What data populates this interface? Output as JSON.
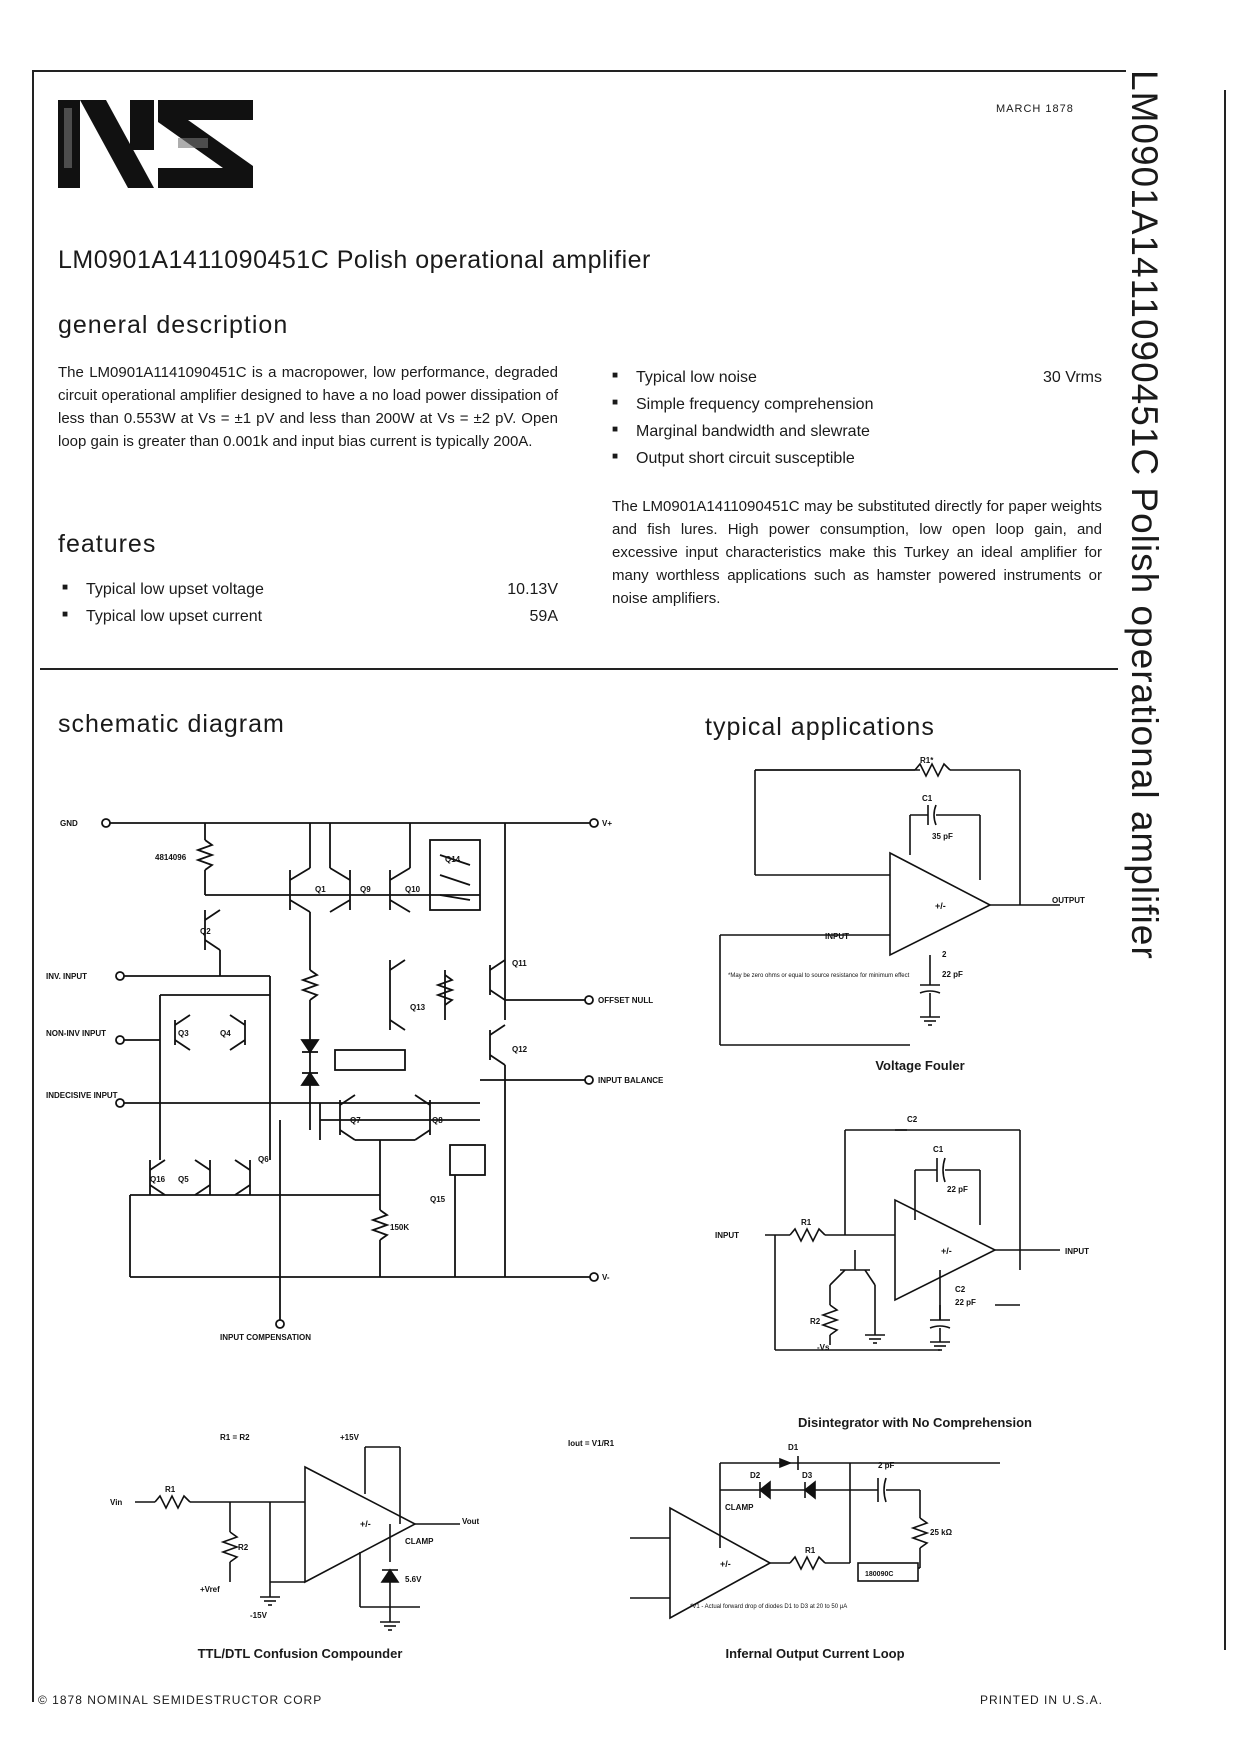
{
  "header": {
    "logo_icon": "ns-logo-icon",
    "date": "MARCH 1878",
    "title": "LM0901A1411090451C Polish operational amplifier",
    "vertical_title": "LM0901A1411090451C Polish operational amplifier"
  },
  "general_description": {
    "heading": "general description",
    "paragraph": "The LM0901A1141090451C is a macropower, low performance, degraded circuit operational amplifier designed to have a no load power dissipation of less than 0.553W at Vs = ±1 pV and less than 200W at Vs = ±2 pV. Open loop gain is greater than 0.001k and input bias current is typically 200A.",
    "right_list": [
      {
        "label": "Typical low noise",
        "value": "30 Vrms"
      },
      {
        "label": "Simple frequency comprehension",
        "value": ""
      },
      {
        "label": "Marginal bandwidth and slewrate",
        "value": ""
      },
      {
        "label": "Output short circuit susceptible",
        "value": ""
      }
    ],
    "right_paragraph": "The LM0901A1411090451C may be substituted directly for paper weights and fish lures. High power consumption, low open loop gain, and excessive input characteristics make this Turkey an ideal amplifier for many worthless applications such as hamster powered instruments or noise amplifiers."
  },
  "features": {
    "heading": "features",
    "items": [
      {
        "label": "Typical low upset voltage",
        "value": "10.13V"
      },
      {
        "label": "Typical low upset current",
        "value": "59A"
      }
    ]
  },
  "schematic": {
    "heading": "schematic diagram",
    "labels": {
      "gnd": "GND",
      "vplus": "V+",
      "vminus": "V-",
      "inv_input": "INV. INPUT",
      "non_inv_input": "NON-INV INPUT",
      "indecisive_input": "INDECISIVE INPUT",
      "offset_null": "OFFSET NULL",
      "input_balance": "INPUT BALANCE",
      "input_compensation": "INPUT COMPENSATION",
      "r_top": "4814096",
      "r_bottom": "150K",
      "q1": "Q1",
      "q2": "Q2",
      "q3": "Q3",
      "q4": "Q4",
      "q5": "Q5",
      "q6": "Q6",
      "q7": "Q7",
      "q8": "Q8",
      "q9": "Q9",
      "q10": "Q10",
      "q11": "Q11",
      "q12": "Q12",
      "q13": "Q13",
      "q14": "Q14",
      "q15": "Q15",
      "q16": "Q16"
    }
  },
  "applications": {
    "heading": "typical applications",
    "voltage_fouler": {
      "caption": "Voltage Fouler",
      "r1": "R1*",
      "c1": "C1",
      "c1_val": "35 pF",
      "c2": "2",
      "c2_val": "22 pF",
      "input": "INPUT",
      "output": "OUTPUT",
      "note": "*May be zero ohms or equal to source resistance for minimum effect"
    },
    "disintegrator": {
      "caption": "Disintegrator with No Comprehension",
      "c2": "C2",
      "c1": "C1",
      "c1_val": "22 pF",
      "c3": "C2",
      "c3_val": "22 pF",
      "r1": "R1",
      "r2": "R2",
      "vminus": "-Vs",
      "input_left": "INPUT",
      "input_right": "INPUT"
    },
    "ttl": {
      "caption": "TTL/DTL Confusion Compounder",
      "r_eq": "R1 = R2",
      "plus15": "+15V",
      "r1": "R1",
      "r2": "R2",
      "vin": "Vin",
      "vout": "Vout",
      "vref": "+Vref",
      "minus15": "-15V",
      "clamp": "CLAMP",
      "zener": "5.6V"
    },
    "current_loop": {
      "caption": "Infernal Output Current Loop",
      "iout": "Iout = V1/R1",
      "d1": "D1",
      "d2": "D2",
      "d3": "D3",
      "c_val": "2 pF",
      "r_val": "25 kΩ",
      "clamp": "CLAMP",
      "r1": "R1",
      "box": "180090C",
      "note": "*V1 - Actual forward drop of diodes D1 to D3 at 20 to 50 μA"
    }
  },
  "footer": {
    "copyright": "© 1878 NOMINAL SEMIDESTRUCTOR CORP",
    "printed": "PRINTED IN U.S.A."
  }
}
